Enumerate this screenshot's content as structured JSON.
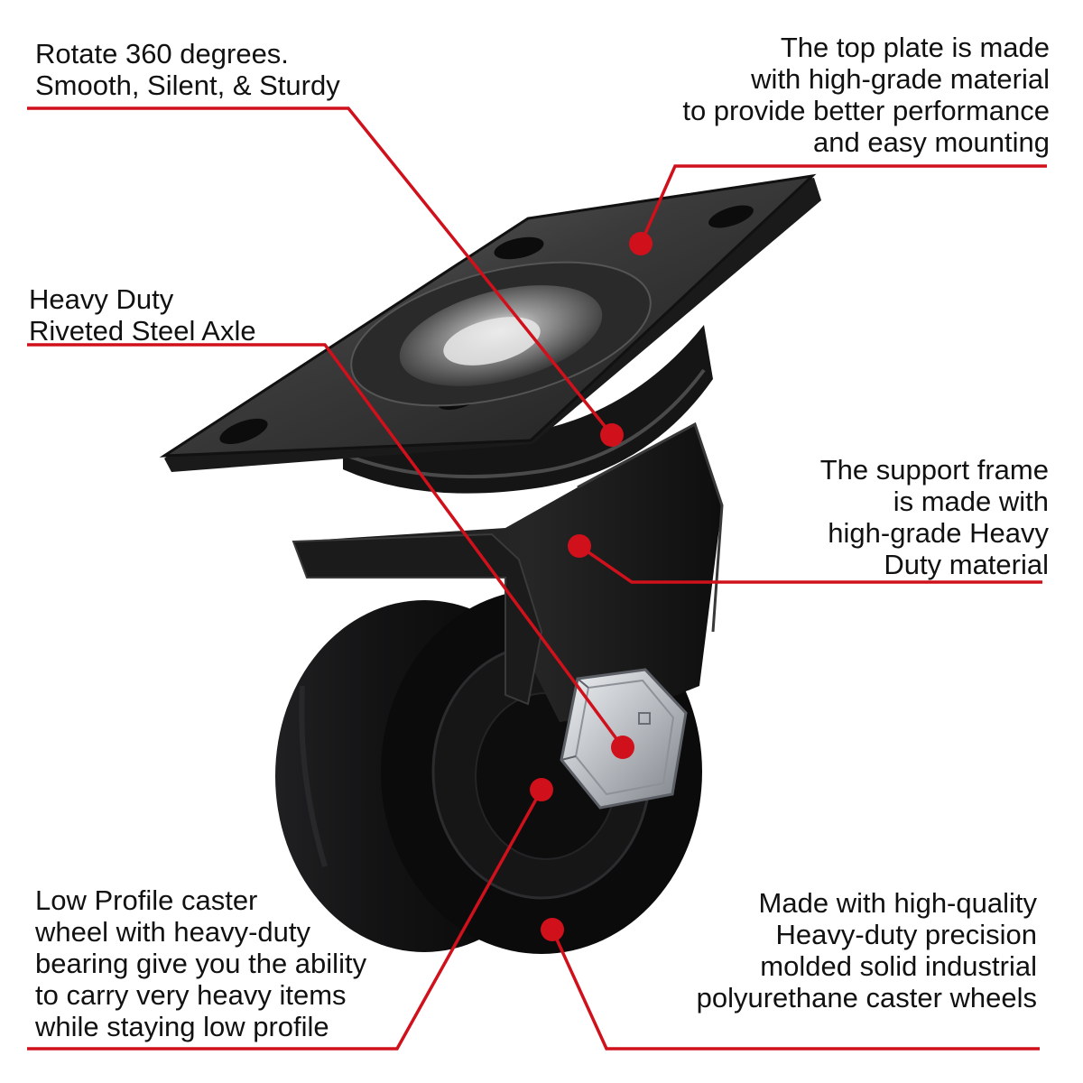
{
  "colors": {
    "callout_red": "#d0101b",
    "metal_dark": "#2b2b2b",
    "wheel_black": "#0f0f10",
    "bolt_silver": "#c9cdd2"
  },
  "callouts": {
    "rotate": {
      "lines": [
        "Rotate 360 degrees.",
        "Smooth, Silent, & Sturdy"
      ]
    },
    "top_plate": {
      "lines": [
        "The top plate is made",
        "with high-grade material",
        "to provide better performance",
        "and easy mounting"
      ]
    },
    "axle": {
      "lines": [
        "Heavy Duty",
        "Riveted Steel Axle"
      ]
    },
    "support_frame": {
      "lines": [
        "The support frame",
        "is made with",
        "high-grade Heavy",
        "Duty material"
      ]
    },
    "low_profile": {
      "lines": [
        "Low Profile caster",
        "wheel with heavy-duty",
        "bearing give you the ability",
        "to carry very heavy items",
        "while staying low profile"
      ]
    },
    "wheels": {
      "lines": [
        "Made with high-quality",
        "Heavy-duty precision",
        "molded solid industrial",
        "polyurethane caster wheels"
      ]
    }
  }
}
